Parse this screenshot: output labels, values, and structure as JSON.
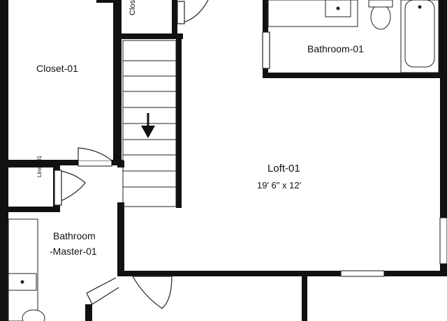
{
  "floorplan": {
    "rooms": {
      "closet_top": "Closet",
      "closet_01": "Closet-01",
      "bathroom_01": "Bathroom-01",
      "loft_01": "Loft-01",
      "loft_dims": "19' 6\" x 12'",
      "linen_01": "Linen-01",
      "bathroom_master_line1": "Bathroom",
      "bathroom_master_line2": "-Master-01"
    },
    "stair_direction": "down"
  }
}
